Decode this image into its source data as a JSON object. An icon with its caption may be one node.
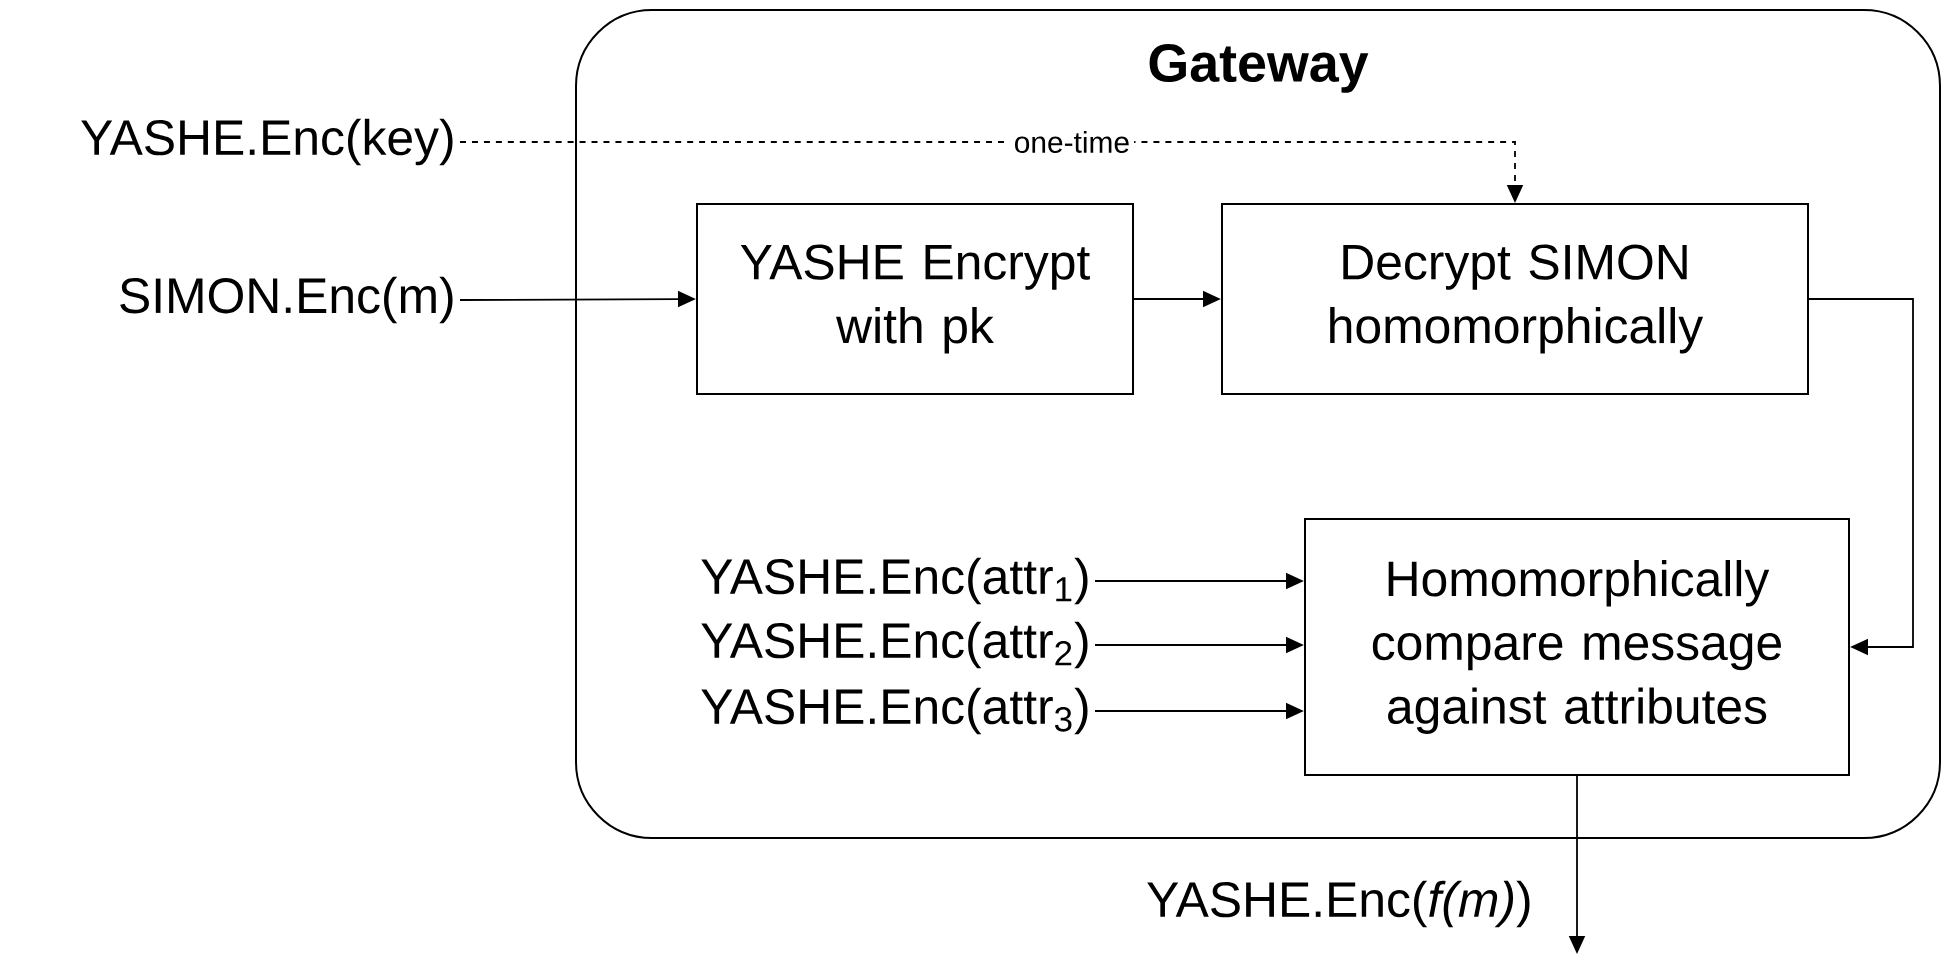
{
  "diagram": {
    "nodes": [
      {
        "text": [
          "Gateway"
        ]
      },
      {
        "text": [
          "YASHE Encrypt with pk"
        ],
        "in": 0
      },
      {
        "text": [
          "Decrypt SIMON homomorphically"
        ],
        "in": 0
      },
      {
        "text": [
          "Homomorphically compare message against attributes"
        ],
        "in": 0
      },
      {
        "text": [
          "YASHE.Enc(key)"
        ]
      },
      {
        "text": [
          "SIMON.Enc(m)"
        ]
      },
      {
        "text": [
          "YASHE.Enc(attr$_{1}$)"
        ],
        "in": 0
      },
      {
        "text": [
          "YASHE.Enc(attr$_{2}$)"
        ],
        "in": 0
      },
      {
        "text": [
          "YASHE.Enc(attr$_{3}$)"
        ],
        "in": 0
      }
    ],
    "edges": [
      {
        "from": 4,
        "to": 2,
        "arrow": "to",
        "style": "dashed",
        "label": "one-time"
      },
      {
        "from": 5,
        "to": 1,
        "arrow": "to"
      },
      {
        "from": 1,
        "to": 2,
        "arrow": "to"
      },
      {
        "from": 2,
        "to": 3,
        "arrow": "to"
      },
      {
        "from": 6,
        "to": 3,
        "arrow": "to"
      },
      {
        "from": 7,
        "to": 3,
        "arrow": "to"
      },
      {
        "from": 8,
        "to": 3,
        "arrow": "to"
      },
      {
        "from": 3,
        "to": null,
        "arrow": "to",
        "label": "YASHE.Enc(*f(m)*)"
      }
    ]
  }
}
